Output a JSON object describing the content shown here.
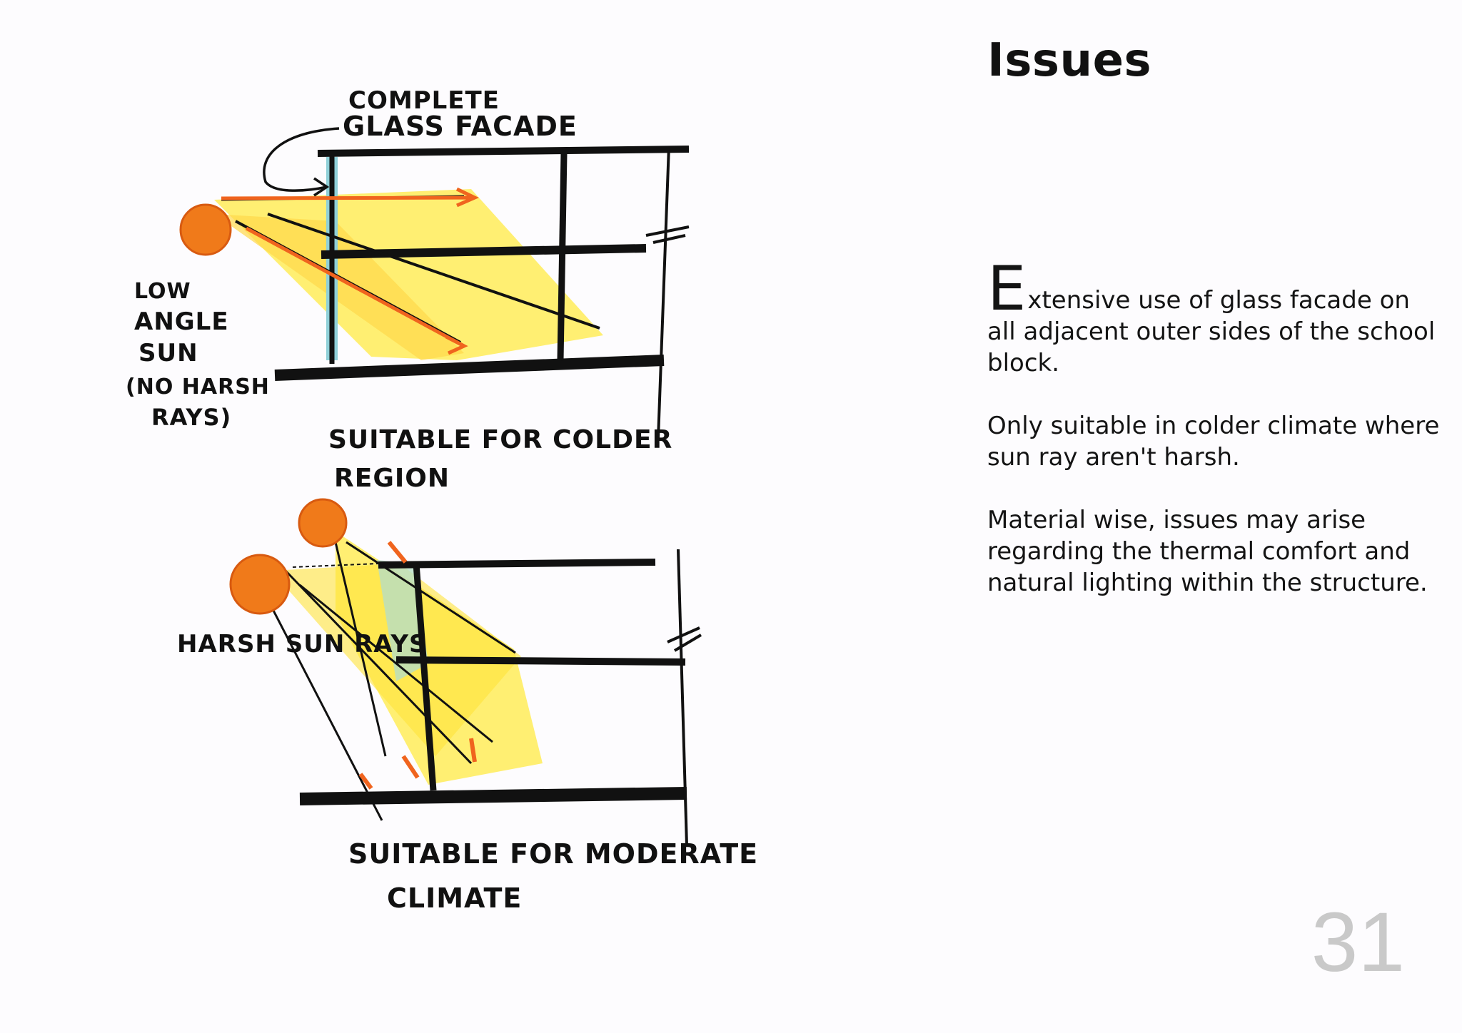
{
  "heading": "Issues",
  "paragraphs": {
    "p1_dropcap": "E",
    "p1_rest": "xtensive use of glass facade on all adjacent outer sides of the school block.",
    "p2": "Only suitable in colder climate where sun ray aren't harsh.",
    "p3": "Material wise, issues may arise regarding the thermal comfort and natural lighting within the structure."
  },
  "page_number": "31",
  "sketch": {
    "top_labels": {
      "callout_1": "COMPLETE",
      "callout_2": "GLASS FACADE",
      "sun_1": "LOW",
      "sun_2": "ANGLE",
      "sun_3": "SUN",
      "sun_4": "(NO HARSH",
      "sun_5": "RAYS)",
      "caption_1": "SUITABLE FOR COLDER",
      "caption_2": "REGION"
    },
    "bottom_labels": {
      "sun": "HARSH SUN RAYS",
      "caption_1": "SUITABLE FOR MODERATE",
      "caption_2": "CLIMATE"
    },
    "colors": {
      "sun": "#f07a1a",
      "ray": "#ffe94a",
      "arrow": "#f0641e",
      "glass": "#8fd0d8",
      "ink": "#111111"
    }
  }
}
